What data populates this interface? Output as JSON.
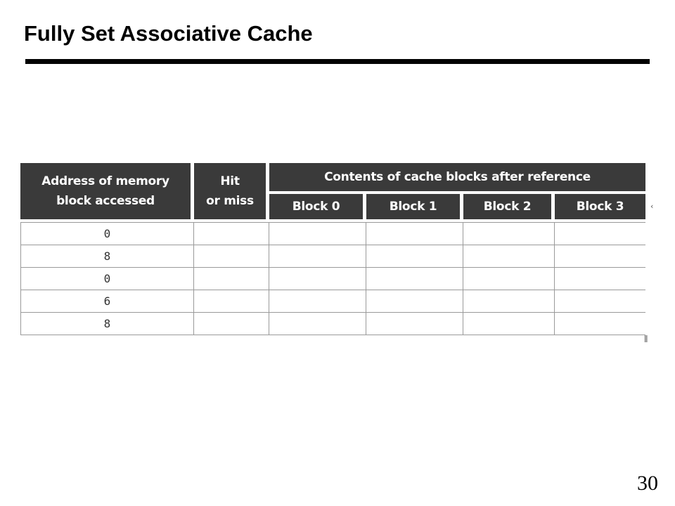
{
  "slide": {
    "title": "Fully Set Associative Cache",
    "page_number": "30"
  },
  "table": {
    "headers": {
      "address_line1": "Address of memory",
      "address_line2": "block accessed",
      "hit_line1": "Hit",
      "hit_line2": "or miss",
      "contents_group": "Contents of cache blocks after reference",
      "blocks": [
        "Block 0",
        "Block 1",
        "Block 2",
        "Block 3"
      ]
    },
    "rows": [
      {
        "address": "0",
        "hit_or_miss": "",
        "block0": "",
        "block1": "",
        "block2": "",
        "block3": ""
      },
      {
        "address": "8",
        "hit_or_miss": "",
        "block0": "",
        "block1": "",
        "block2": "",
        "block3": ""
      },
      {
        "address": "0",
        "hit_or_miss": "",
        "block0": "",
        "block1": "",
        "block2": "",
        "block3": ""
      },
      {
        "address": "6",
        "hit_or_miss": "",
        "block0": "",
        "block1": "",
        "block2": "",
        "block3": ""
      },
      {
        "address": "8",
        "hit_or_miss": "",
        "block0": "",
        "block1": "",
        "block2": "",
        "block3": ""
      }
    ]
  },
  "colors": {
    "header_fill": "#3a3a3a",
    "grid_line": "#9a9a9a",
    "rule": "#000000"
  }
}
